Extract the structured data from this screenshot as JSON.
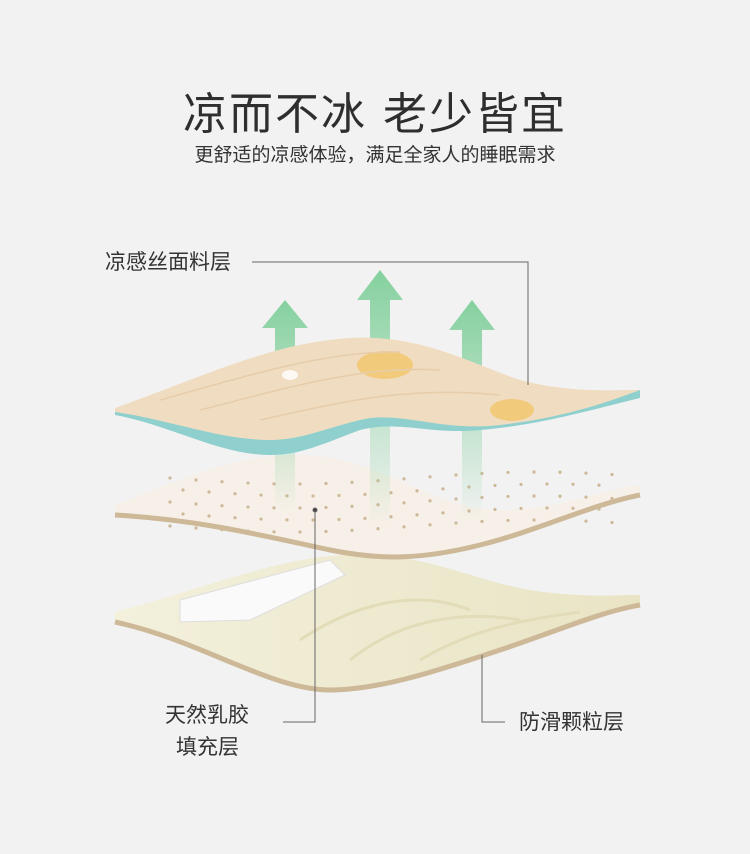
{
  "header": {
    "title": "凉而不冰  老少皆宜",
    "subtitle": "更舒适的凉感体验，满足全家人的睡眠需求"
  },
  "layers": {
    "top_label": "凉感丝面料层",
    "middle_label_line1": "天然乳胶",
    "middle_label_line2": "填充层",
    "bottom_label": "防滑颗粒层"
  },
  "colors": {
    "background": "#f2f2f2",
    "fabric": "#f0dcc0",
    "fabric_underside": "#8fd0cf",
    "latex": "#f7f0e8",
    "latex_edge": "#cdb898",
    "base": "#efebcf",
    "arrow": "#7fcf9a"
  }
}
